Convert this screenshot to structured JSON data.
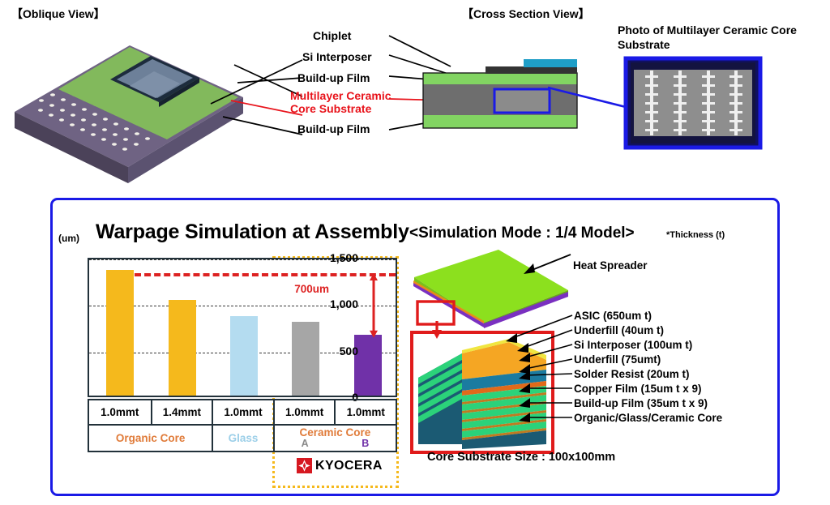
{
  "top": {
    "oblique_title": "【Oblique View】",
    "cross_title": "【Cross Section View】",
    "photo_title": "Photo of Multilayer Ceramic Core Substrate",
    "callouts": [
      {
        "label": "Chiplet",
        "color": "#000000"
      },
      {
        "label": "Si Interposer",
        "color": "#000000"
      },
      {
        "label": "Build-up Film",
        "color": "#000000"
      },
      {
        "label": "Multilayer Ceramic",
        "color": "#e8131b"
      },
      {
        "label": "Core Substrate",
        "color": "#e8131b"
      },
      {
        "label": "Build-up Film",
        "color": "#000000"
      }
    ]
  },
  "panel": {
    "chart_title": "Warpage Simulation at Assembly",
    "unit_label": "(um)",
    "sim_mode_title": "<Simulation Mode : 1/4 Model>",
    "thickness_note": "*Thickness (t)",
    "core_size_note": "Core Substrate Size : 100x100mm",
    "delta_label": "700um",
    "brand": "KYOCERA"
  },
  "chart_data": {
    "type": "bar",
    "title": "Warpage Simulation at Assembly",
    "xlabel": "",
    "ylabel": "(um)",
    "ylim": [
      0,
      1500
    ],
    "yticks": [
      "0",
      "500",
      "1,000",
      "1,500"
    ],
    "ytick_values": [
      0,
      500,
      1000,
      1500
    ],
    "grid": true,
    "legend": "none",
    "categories": [
      "1.0mmt",
      "1.4mmt",
      "1.0mmt",
      "1.0mmt",
      "1.0mmt"
    ],
    "values": [
      1355,
      1025,
      855,
      795,
      655
    ],
    "colors": [
      "#f5b91c",
      "#f5b91c",
      "#b4dcf0",
      "#a6a6a6",
      "#7031a8"
    ],
    "reference_line": {
      "value": 1350,
      "color": "#dd2222",
      "style": "dashed"
    },
    "annotation": {
      "text": "700um",
      "from": 1350,
      "to": 655,
      "color": "#dd2222"
    },
    "groups": [
      {
        "label": "Organic Core",
        "color": "#e07b39",
        "span": 2
      },
      {
        "label": "Glass",
        "color": "#9ccfe8",
        "span": 1
      },
      {
        "label": "Ceramic Core",
        "color": "#e07b39",
        "span": 2
      }
    ],
    "group_sublabels": [
      "",
      "",
      "",
      "A",
      "B"
    ],
    "group_sublabel_colors": [
      "",
      "",
      "",
      "#8a8a8a",
      "#7031a8"
    ]
  },
  "simulation": {
    "heat_spreader_label": "Heat Spreader",
    "layers": [
      "ASIC (650um t)",
      "Underfill (40um t)",
      "Si Interposer (100um t)",
      "Underfill  (75umt)",
      "Solder Resist  (20um t)",
      "Copper Film (15um t x 9)",
      "Build-up Film (35um t x 9)",
      "Organic/Glass/Ceramic Core"
    ]
  }
}
